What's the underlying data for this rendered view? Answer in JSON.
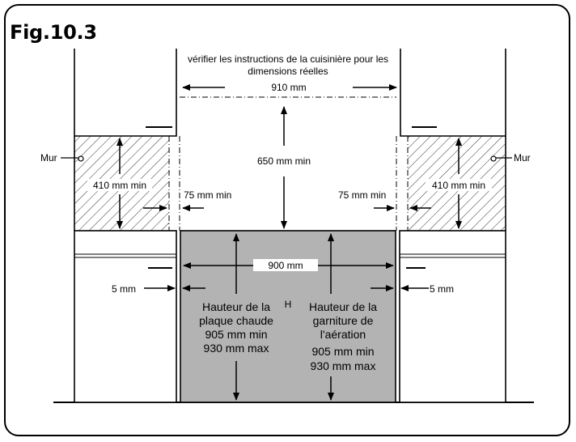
{
  "figure": {
    "title": "Fig.10.3"
  },
  "labels": {
    "instruction_line1": "vérifier les instructions de la cuisinière pour les",
    "instruction_line2": "dimensions réelles",
    "width_top": "910 mm",
    "height_min": "650 mm min",
    "wall_left": "Mur",
    "wall_right": "Mur",
    "wall_height_left": "410 mm min",
    "wall_height_right": "410 mm min",
    "clearance_left": "75 mm min",
    "clearance_right": "75 mm min",
    "width_cabinet": "900 mm",
    "gap_left": "5 mm",
    "gap_right": "5 mm",
    "center_mark": "H",
    "hob": {
      "l1": "Hauteur de la",
      "l2": "plaque chaude",
      "l3": "905 mm min",
      "l4": "930 mm max"
    },
    "trim": {
      "l1": "Hauteur de la",
      "l2": "garniture de",
      "l3": "l'aération",
      "l4": "905 mm min",
      "l5": "930 mm max"
    }
  }
}
